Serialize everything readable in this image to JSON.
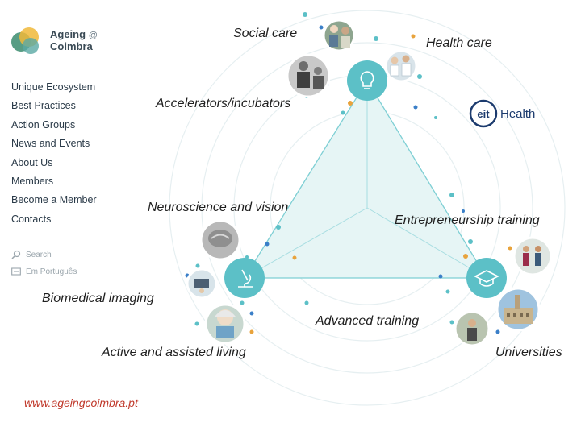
{
  "logo": {
    "line1": "Ageing",
    "at": "@",
    "line2": "Coimbra"
  },
  "nav": {
    "items": [
      "Unique Ecosystem",
      "Best Practices",
      "Action Groups",
      "News and Events",
      "About Us",
      "Members",
      "Become a Member",
      "Contacts"
    ],
    "search_label": "Search",
    "language_label": "Em Português"
  },
  "diagram": {
    "labels": {
      "social_care": "Social care",
      "health_care": "Health care",
      "accelerators": "Accelerators/incubators",
      "neuroscience": "Neuroscience and vision",
      "entrepreneurship": "Entrepreneurship training",
      "biomedical": "Biomedical imaging",
      "advanced": "Advanced training",
      "active_living": "Active and assisted living",
      "universities": "Universities"
    },
    "node_icons": [
      "lightbulb-icon",
      "microscope-icon",
      "graduation-cap-icon"
    ],
    "colors": {
      "accent": "#5cc0c7",
      "accent_light": "#dff2f2",
      "dots_blue": "#3a7fc8",
      "dots_orange": "#e8a33c"
    }
  },
  "partner_logo": {
    "prefix": "eit",
    "name": "Health"
  },
  "footer": {
    "url": "www.ageingcoimbra.pt"
  },
  "colors": {
    "url": "#c0392b",
    "nav_text": "#2a3a48"
  }
}
